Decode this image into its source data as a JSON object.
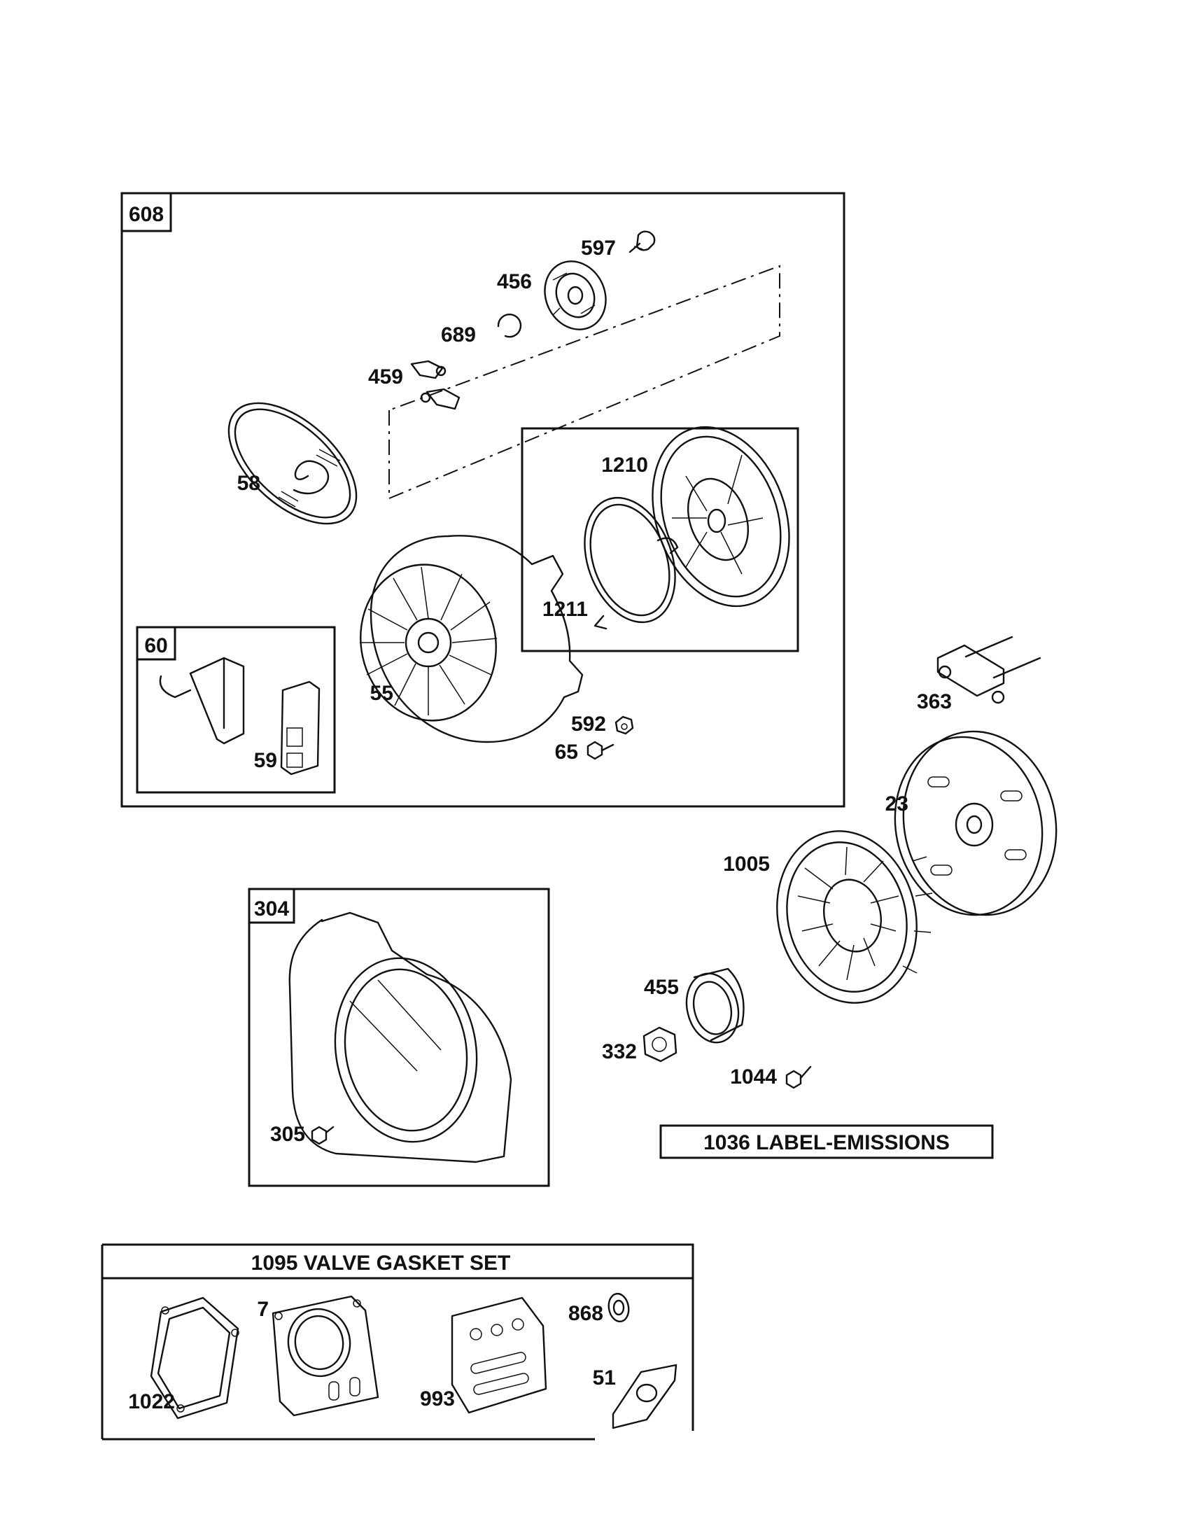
{
  "frames": {
    "starter_assembly": "608",
    "handle_assembly": "60",
    "blower_housing": "304"
  },
  "parts": {
    "p597": "597",
    "p456": "456",
    "p689": "689",
    "p459": "459",
    "p58": "58",
    "p1210": "1210",
    "p1211": "1211",
    "p55": "55",
    "p59": "59",
    "p592": "592",
    "p65": "65",
    "p363": "363",
    "p23": "23",
    "p1005": "1005",
    "p455": "455",
    "p332": "332",
    "p1044": "1044",
    "p305": "305",
    "p7": "7",
    "p868": "868",
    "p993": "993",
    "p51": "51",
    "p1022": "1022"
  },
  "captions": {
    "label_emissions": "1036 LABEL-EMISSIONS",
    "valve_gasket_set": "1095 VALVE GASKET SET"
  }
}
